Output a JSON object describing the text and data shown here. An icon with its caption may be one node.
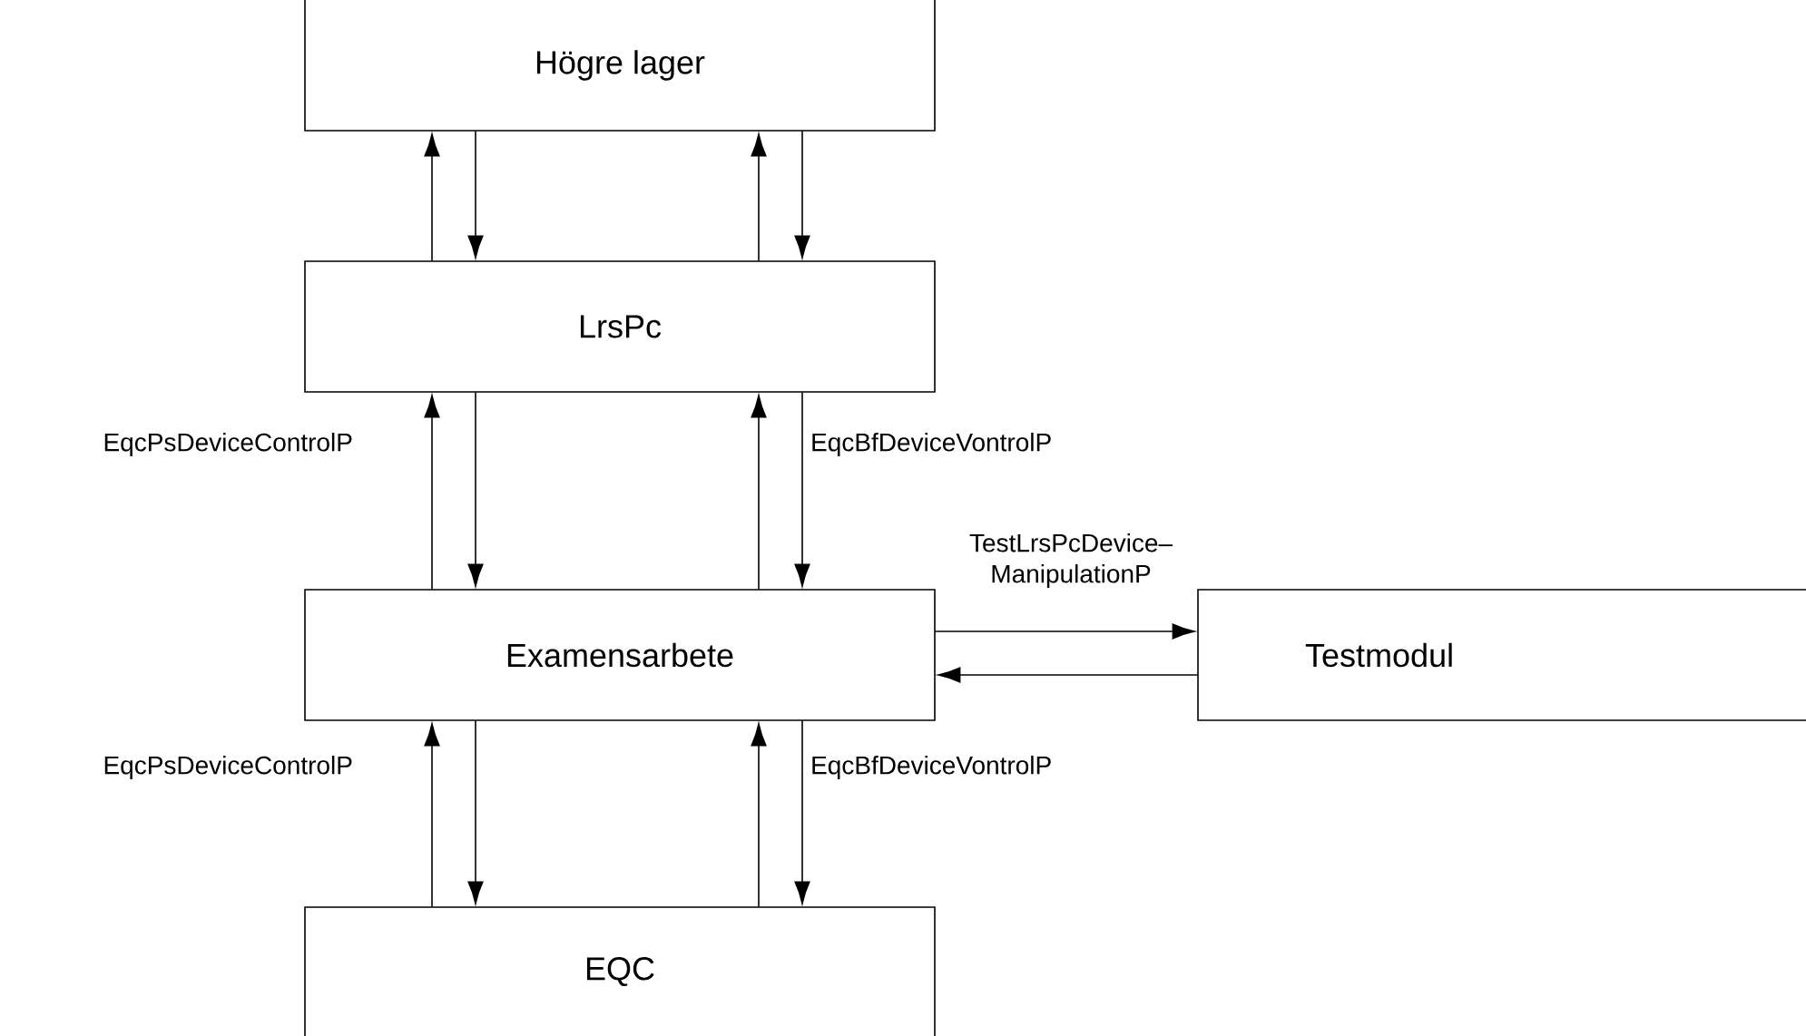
{
  "diagram": {
    "nodes": [
      {
        "text": [
          "Högre lager"
        ]
      },
      {
        "text": [
          "LrsPc"
        ]
      },
      {
        "text": [
          "Examensarbete"
        ]
      },
      {
        "text": [
          "Testmodul"
        ]
      },
      {
        "text": [
          "EQC"
        ]
      }
    ],
    "edges": [
      {
        "from": 1,
        "to": 0,
        "arrow": "to"
      },
      {
        "from": 0,
        "to": 1,
        "arrow": "to"
      },
      {
        "from": 1,
        "to": 0,
        "arrow": "to"
      },
      {
        "from": 0,
        "to": 1,
        "arrow": "to"
      },
      {
        "from": 2,
        "to": 1,
        "arrow": "to"
      },
      {
        "from": 1,
        "to": 2,
        "arrow": "to"
      },
      {
        "from": 2,
        "to": 1,
        "arrow": "to"
      },
      {
        "from": 1,
        "to": 2,
        "arrow": "to"
      },
      {
        "from": 4,
        "to": 2,
        "arrow": "to"
      },
      {
        "from": 2,
        "to": 4,
        "arrow": "to"
      },
      {
        "from": 4,
        "to": 2,
        "arrow": "to"
      },
      {
        "from": 2,
        "to": 4,
        "arrow": "to"
      },
      {
        "from": 2,
        "to": 3,
        "arrow": "to"
      },
      {
        "from": 3,
        "to": 2,
        "arrow": "to"
      }
    ],
    "labels": [
      "EqcPsDeviceControlP",
      "EqcBfDeviceVontrolP",
      "TestLrsPcDevice– ManipulationP",
      "EqcPsDeviceControlP",
      "EqcBfDeviceVontrolP"
    ]
  }
}
